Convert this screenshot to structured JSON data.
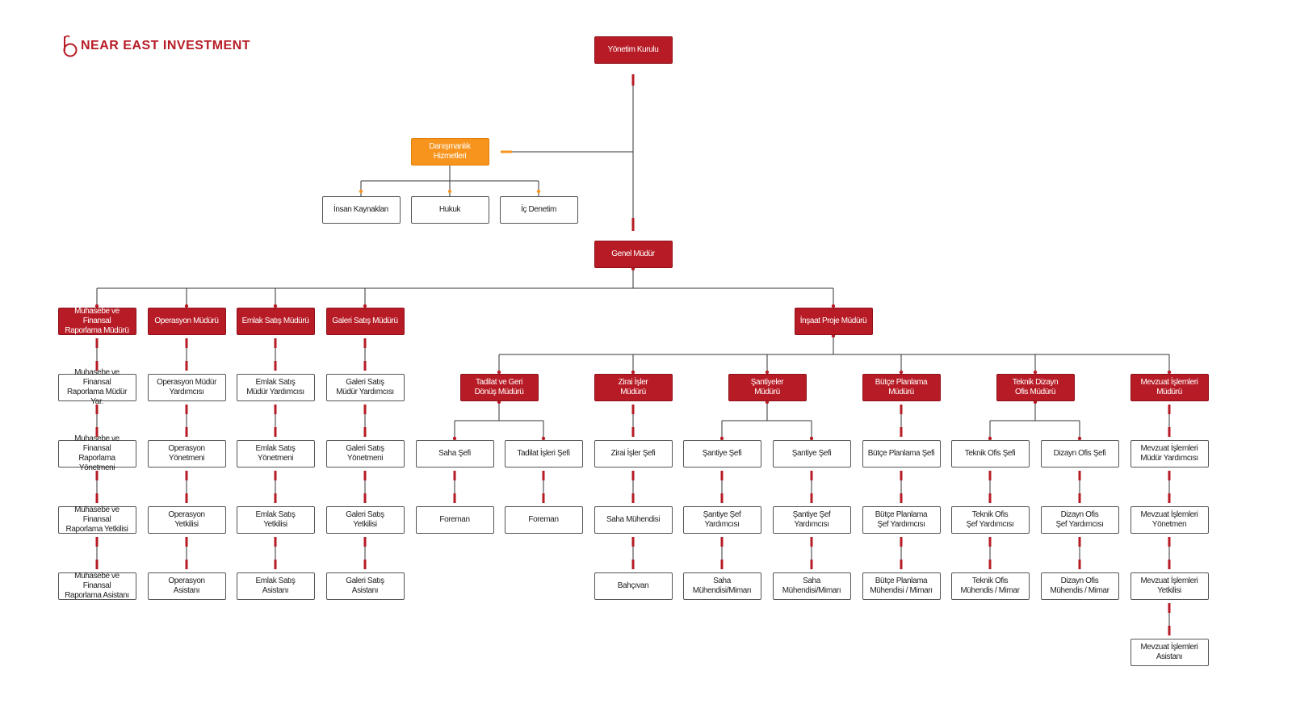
{
  "brand": {
    "name": "NEAR EAST INVESTMENT",
    "color": "#b71c26"
  },
  "colors": {
    "primary": "#b71c26",
    "advisory": "#f7941d",
    "line": "#333333"
  },
  "nodes": {
    "board": "Yönetim Kurulu",
    "advisory": "Danışmanlık\nHizmetleri",
    "hr": "İnsan Kaynakları",
    "legal": "Hukuk",
    "audit": "İç Denetim",
    "gm": "Genel Müdür",
    "acc_mgr": "Muhasebe ve Finansal\nRaporlama Müdürü",
    "ops_mgr": "Operasyon Müdürü",
    "re_mgr": "Emlak Satış Müdürü",
    "gal_mgr": "Galeri Satış Müdürü",
    "con_mgr": "İnşaat Proje Müdürü",
    "acc_1": "Muhasebe ve Finansal\nRaporlama Müdür Yar.",
    "acc_2": "Muhasebe ve Finansal\nRaporlama Yönetmeni",
    "acc_3": "Muhasebe ve Finansal\nRaporlama Yetkilisi",
    "acc_4": "Muhasebe ve Finansal\nRaporlama Asistanı",
    "ops_1": "Operasyon Müdür\nYardımcısı",
    "ops_2": "Operasyon\nYönetmeni",
    "ops_3": "Operasyon\nYetkilisi",
    "ops_4": "Operasyon\nAsistanı",
    "re_1": "Emlak Satış\nMüdür Yardımcısı",
    "re_2": "Emlak Satış\nYönetmeni",
    "re_3": "Emlak Satış\nYetkilisi",
    "re_4": "Emlak Satış\nAsistanı",
    "gal_1": "Galeri Satış\nMüdür Yardımcısı",
    "gal_2": "Galeri Satış\nYönetmeni",
    "gal_3": "Galeri Satış\nYetkilisi",
    "gal_4": "Galeri Satış\nAsistanı",
    "ren_mgr": "Tadilat ve Geri\nDönüş Müdürü",
    "agr_mgr": "Zirai İşler\nMüdürü",
    "site_mgr": "Şantiyeler\nMüdürü",
    "bud_mgr": "Bütçe Planlama\nMüdürü",
    "tech_mgr": "Teknik Dizayn\nOfis Müdürü",
    "reg_mgr": "Mevzuat İşlemleri\nMüdürü",
    "ren_a1": "Saha Şefi",
    "ren_a2": "Foreman",
    "ren_b1": "Tadilat İşleri Şefi",
    "ren_b2": "Foreman",
    "agr_1": "Zirai İşler Şefi",
    "agr_2": "Saha Mühendisi",
    "agr_3": "Bahçıvan",
    "site_a1": "Şantiye Şefi",
    "site_a2": "Şantiye Şef Yardımcısı",
    "site_a3": "Saha Mühendisi/Mimarı",
    "site_b1": "Şantiye Şefi",
    "site_b2": "Şantiye Şef Yardımcısı",
    "site_b3": "Saha Mühendisi/Mimarı",
    "bud_1": "Bütçe Planlama Şefi",
    "bud_2": "Bütçe Planlama\nŞef Yardımcısı",
    "bud_3": "Bütçe Planlama\nMühendisi / Mimarı",
    "tech_a1": "Teknik Ofis Şefi",
    "tech_a2": "Teknik Ofis\nŞef Yardımcısı",
    "tech_a3": "Teknik Ofis\nMühendis / Mimar",
    "tech_b1": "Dizayn Ofis Şefi",
    "tech_b2": "Dizayn Ofis\nŞef Yardımcısı",
    "tech_b3": "Dizayn Ofis\nMühendis / Mimar",
    "reg_1": "Mevzuat İşlemleri\nMüdür Yardımcısı",
    "reg_2": "Mevzuat İşlemleri\nYönetmen",
    "reg_3": "Mevzuat İşlemleri\nYetkilisi",
    "reg_4": "Mevzuat İşlemleri\nAsistanı"
  }
}
